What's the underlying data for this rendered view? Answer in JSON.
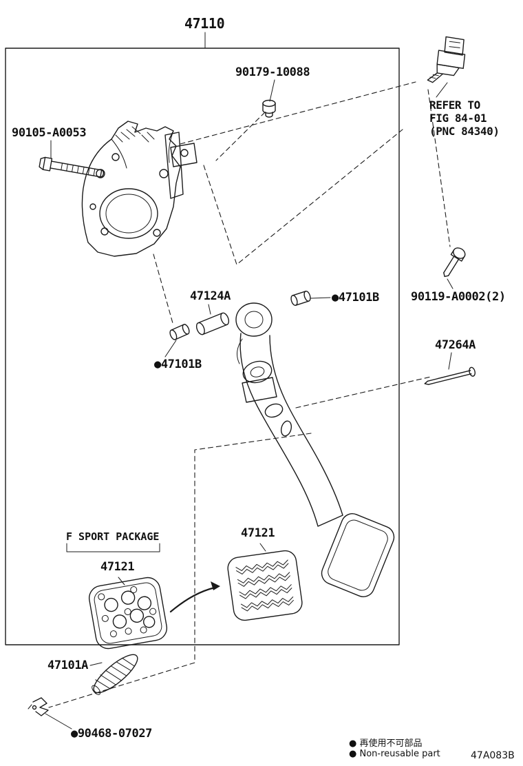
{
  "labels": {
    "main_assembly": "47110",
    "grommet": "90179-10088",
    "bolt_left": "90105-A0053",
    "refer_note": "REFER TO\nFIG 84-01\n(PNC 84340)",
    "bushing_collar": "47124A",
    "bushing_right": "●47101B",
    "bushing_left": "●47101B",
    "bolt_right": "90119-A0002(2)",
    "pin": "47264A",
    "f_sport_package": "F SPORT PACKAGE",
    "pad_f_sport": "47121",
    "pad_standard": "47121",
    "spring": "47101A",
    "clip": "●90468-07027"
  },
  "legend": {
    "items": [
      {
        "text": "● 再使用不可部品"
      },
      {
        "text": "● Non-reusable part"
      }
    ]
  },
  "drawing_code": "47A083B"
}
